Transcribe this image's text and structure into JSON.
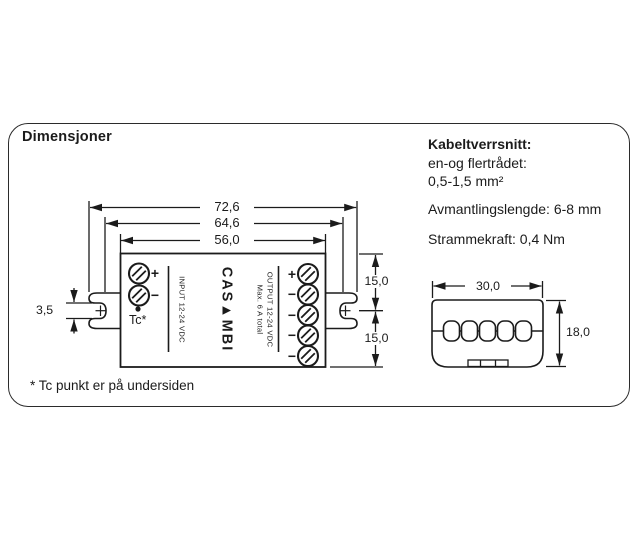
{
  "card": {
    "title": "Dimensjoner",
    "footnote": "* Tc punkt er på undersiden"
  },
  "specs": {
    "heading": "Kabeltverrsnitt:",
    "wire_types": "en-og flertrådet:",
    "cross_section": "0,5-1,5 mm²",
    "stripping_length": "Avmantlingslengde: 6-8 mm",
    "torque": "Strammekraft: 0,4 Nm"
  },
  "device": {
    "brand": "CAS▲MBI",
    "input_label": "INPUT 12-24 VDC",
    "output_label": "OUTPUT 12-24 VDC",
    "output_sublabel": "Max. 6 A total",
    "tc_label": "Tc*",
    "input_terminals": [
      "+",
      "−"
    ],
    "output_terminals": [
      "+",
      "−",
      "−",
      "−",
      "−"
    ]
  },
  "dimensions": {
    "width_overall": "72,6",
    "width_mounting": "64,6",
    "width_body": "56,0",
    "height_top": "15,0",
    "height_bottom": "15,0",
    "slot_width": "3,5",
    "connector_width": "30,0",
    "connector_height": "18,0"
  },
  "colors": {
    "line": "#1b1b1b",
    "background": "#ffffff"
  }
}
